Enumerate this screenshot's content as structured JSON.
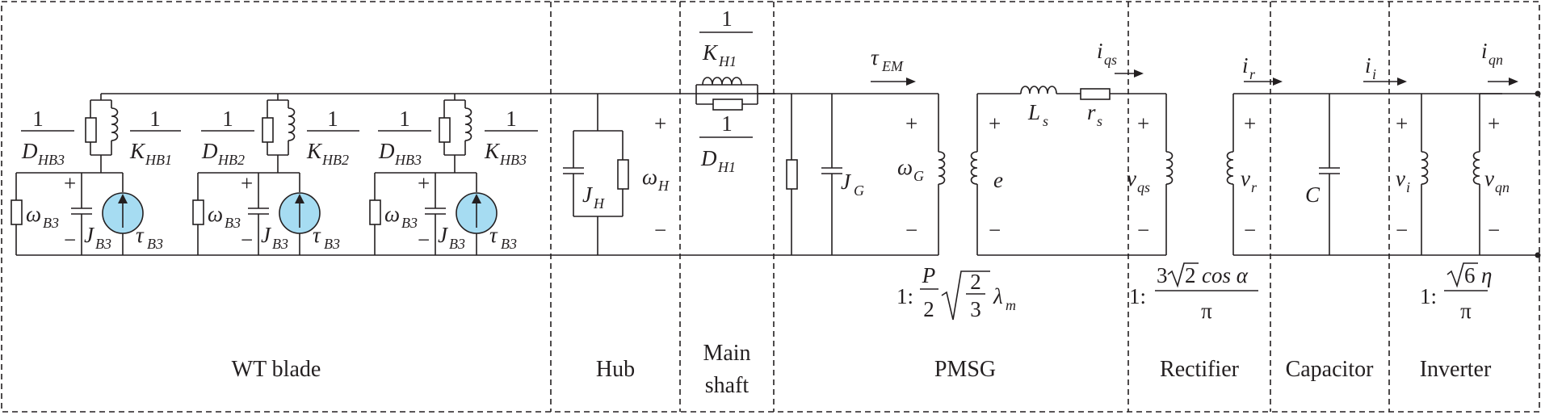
{
  "sections": [
    {
      "key": "blade",
      "label": "WT blade"
    },
    {
      "key": "hub",
      "label": "Hub"
    },
    {
      "key": "shaft",
      "label_line1": "Main",
      "label_line2": "shaft"
    },
    {
      "key": "pmsg",
      "label": "PMSG"
    },
    {
      "key": "rectifier",
      "label": "Rectifier"
    },
    {
      "key": "capacitor",
      "label": "Capacitor"
    },
    {
      "key": "inverter",
      "label": "Inverter"
    }
  ],
  "blades": [
    {
      "damper": "D",
      "damper_sub": "HB3",
      "spring": "K",
      "spring_sub": "HB1",
      "omega": "B3",
      "inertia": "B3",
      "torque": "B3"
    },
    {
      "damper": "D",
      "damper_sub": "HB2",
      "spring": "K",
      "spring_sub": "HB2",
      "omega": "B3",
      "inertia": "B3",
      "torque": "B3"
    },
    {
      "damper": "D",
      "damper_sub": "HB3",
      "spring": "K",
      "spring_sub": "HB3",
      "omega": "B3",
      "inertia": "B3",
      "torque": "B3"
    }
  ],
  "symbols": {
    "one": "1",
    "plus": "+",
    "minus": "−",
    "omega": "ω",
    "tau": "τ",
    "J": "J",
    "D": "D",
    "K": "K",
    "hub_inertia_sub": "H",
    "hub_speed_sub": "H",
    "shaft_spring_sub": "H1",
    "shaft_damper_sub": "H1",
    "gen_inertia_sub": "G",
    "gen_speed_sub": "G",
    "torque_em_sub": "EM",
    "emf": "e",
    "Ls": "L",
    "Ls_sub": "s",
    "rs": "r",
    "rs_sub": "s",
    "i": "i",
    "v": "v",
    "i_qs_sub": "qs",
    "v_qs_sub": "qs",
    "i_r_sub": "r",
    "v_r_sub": "r",
    "i_i_sub": "i",
    "v_i_sub": "i",
    "i_qn_sub": "qn",
    "v_qn_sub": "qn",
    "C": "C"
  },
  "ratios": {
    "pmsg": {
      "prefix": "1:",
      "num": "P",
      "den": "2",
      "root_num": "2",
      "root_den": "3",
      "lambda": "λ",
      "lambda_sub": "m"
    },
    "rectifier": {
      "prefix": "1:",
      "num_coef": "3",
      "num_root": "2",
      "num_tail": "cos α",
      "den": "π"
    },
    "inverter": {
      "prefix": "1:",
      "num_root": "6",
      "num_tail": "η",
      "den": "π"
    }
  }
}
